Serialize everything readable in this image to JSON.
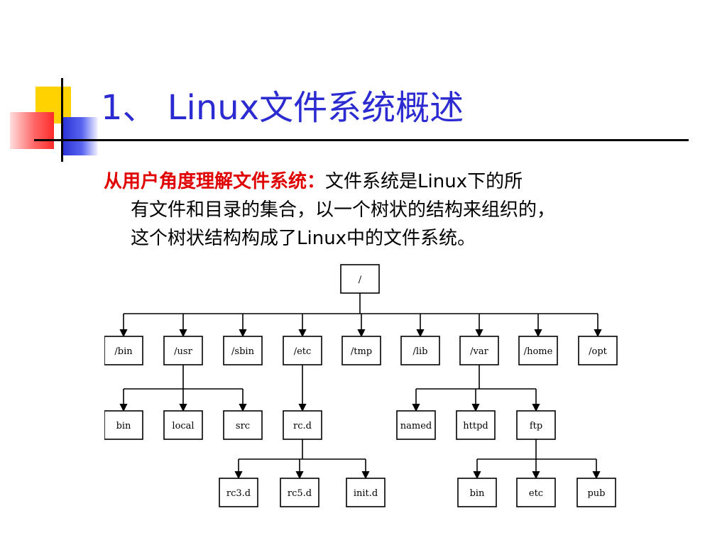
{
  "slide": {
    "title": "1、 Linux文件系统概述",
    "para": {
      "heading": "从用户角度理解文件系统：",
      "line1_rest": "文件系统是Linux下的所",
      "line2": "有文件和目录的集合，以一个树状的结构来组织的，",
      "line3": "这个树状结构构成了Linux中的文件系统。"
    }
  },
  "colors": {
    "title": "#2b2bd1",
    "heading": "#e00000",
    "yellow": "#ffd200",
    "blue": "#2a33d6",
    "red": "#ff2a2a"
  },
  "tree": {
    "root": "/",
    "level1": [
      "/bin",
      "/usr",
      "/sbin",
      "/etc",
      "/tmp",
      "/lib",
      "/var",
      "/home",
      "/opt"
    ],
    "usr_children": [
      "bin",
      "local",
      "src"
    ],
    "etc_children": [
      "rc.d"
    ],
    "var_children": [
      "named",
      "httpd",
      "ftp"
    ],
    "rcd_children": [
      "rc3.d",
      "rc5.d",
      "init.d"
    ],
    "ftp_children": [
      "bin",
      "etc",
      "pub"
    ]
  }
}
